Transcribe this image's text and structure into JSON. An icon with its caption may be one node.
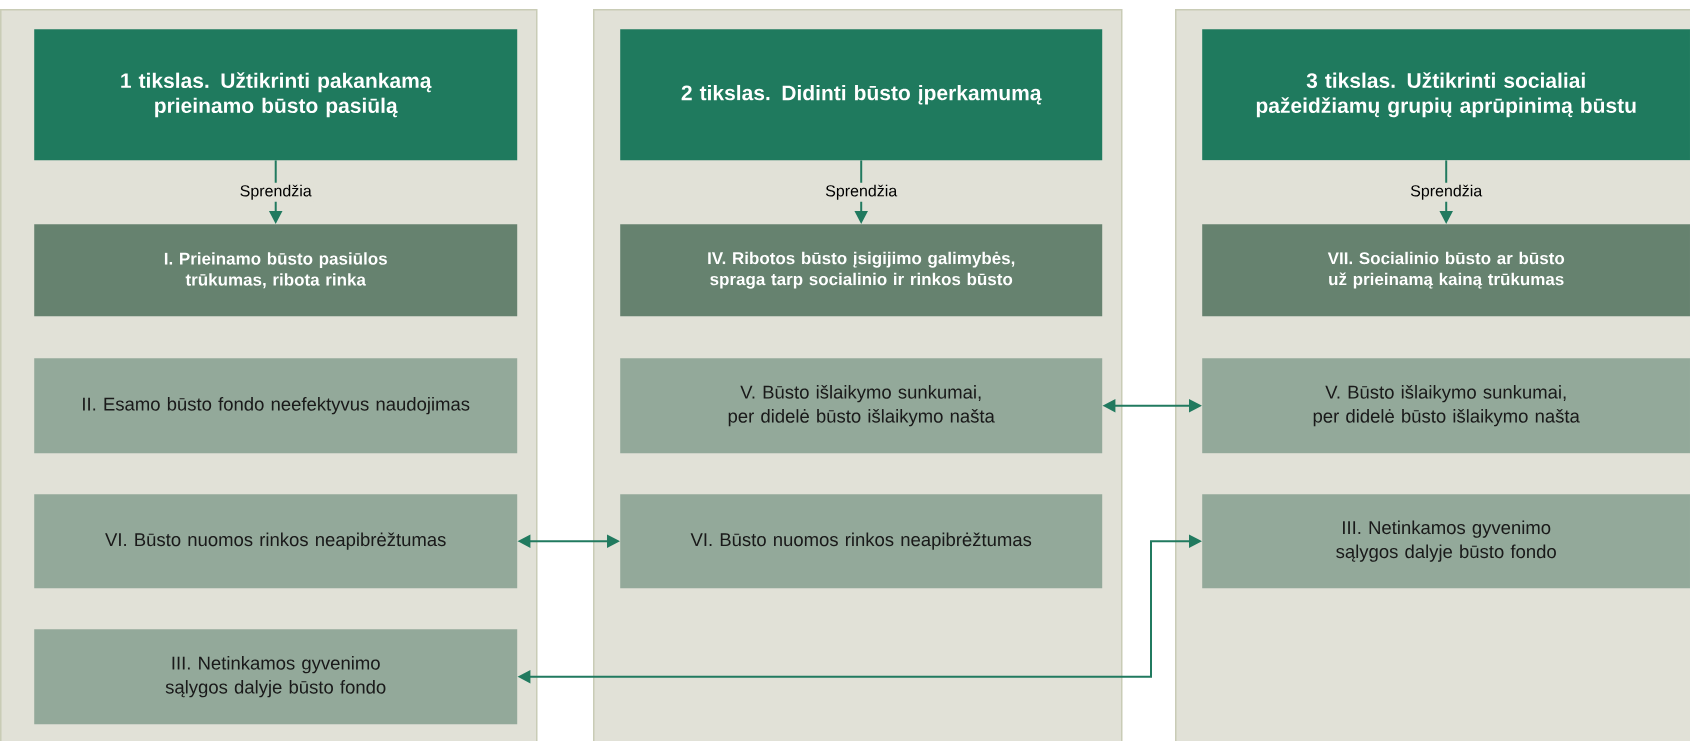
{
  "diagram": {
    "nodes": [
      {
        "text": [],
        "shape": "box"
      },
      {
        "text": [
          "1 tikslas. Užtikrinti pakankamą prieinamo būsto pasiūlą"
        ],
        "in": 0
      },
      {
        "text": [
          "I. Prieinamo būsto pasiūlos trūkumas, ribota rinka"
        ],
        "in": 0
      },
      {
        "text": [
          "II. Esamo būsto fondo neefektyvus naudojimas"
        ],
        "in": 0
      },
      {
        "text": [
          "VI. Būsto nuomos rinkos neapibrėžtumas"
        ],
        "in": 0
      },
      {
        "text": [
          "III. Netinkamos gyvenimo sąlygos dalyje būsto fondo"
        ],
        "in": 0
      },
      {
        "text": [],
        "shape": "box"
      },
      {
        "text": [
          "2 tikslas. Didinti būsto įperkamumą"
        ],
        "in": 6
      },
      {
        "text": [
          "IV. Ribotos būsto įsigijimo galimybės, spraga tarp socialinio ir rinkos būsto"
        ],
        "in": 6
      },
      {
        "text": [
          "V. Būsto išlaikymo sunkumai, per didelė būsto išlaikymo našta"
        ],
        "in": 6
      },
      {
        "text": [
          "VI. Būsto nuomos rinkos neapibrėžtumas"
        ],
        "in": 6
      },
      {
        "text": [],
        "shape": "box"
      },
      {
        "text": [
          "3 tikslas. Užtikrinti socialiai pažeidžiamų grupių aprūpinimą būstu"
        ],
        "in": 11
      },
      {
        "text": [
          "VII. Socialinio būsto ar būsto už prieinamą kainą trūkumas"
        ],
        "in": 11
      },
      {
        "text": [
          "V. Būsto išlaikymo sunkumai, per didelė būsto išlaikymo našta"
        ],
        "in": 11
      },
      {
        "text": [
          "III. Netinkamos gyvenimo sąlygos dalyje būsto fondo"
        ],
        "in": 11
      }
    ],
    "edges": [
      {
        "from": 1,
        "to": 2,
        "arrow": "to",
        "label": "Sprendžia"
      },
      {
        "from": 7,
        "to": 8,
        "arrow": "to",
        "label": "Sprendžia"
      },
      {
        "from": 12,
        "to": 13,
        "arrow": "to",
        "label": "Sprendžia"
      },
      {
        "from": 9,
        "to": 14,
        "arrow": "both"
      },
      {
        "from": 4,
        "to": 10,
        "arrow": "both"
      },
      {
        "from": 5,
        "to": 15,
        "arrow": "both"
      }
    ]
  }
}
